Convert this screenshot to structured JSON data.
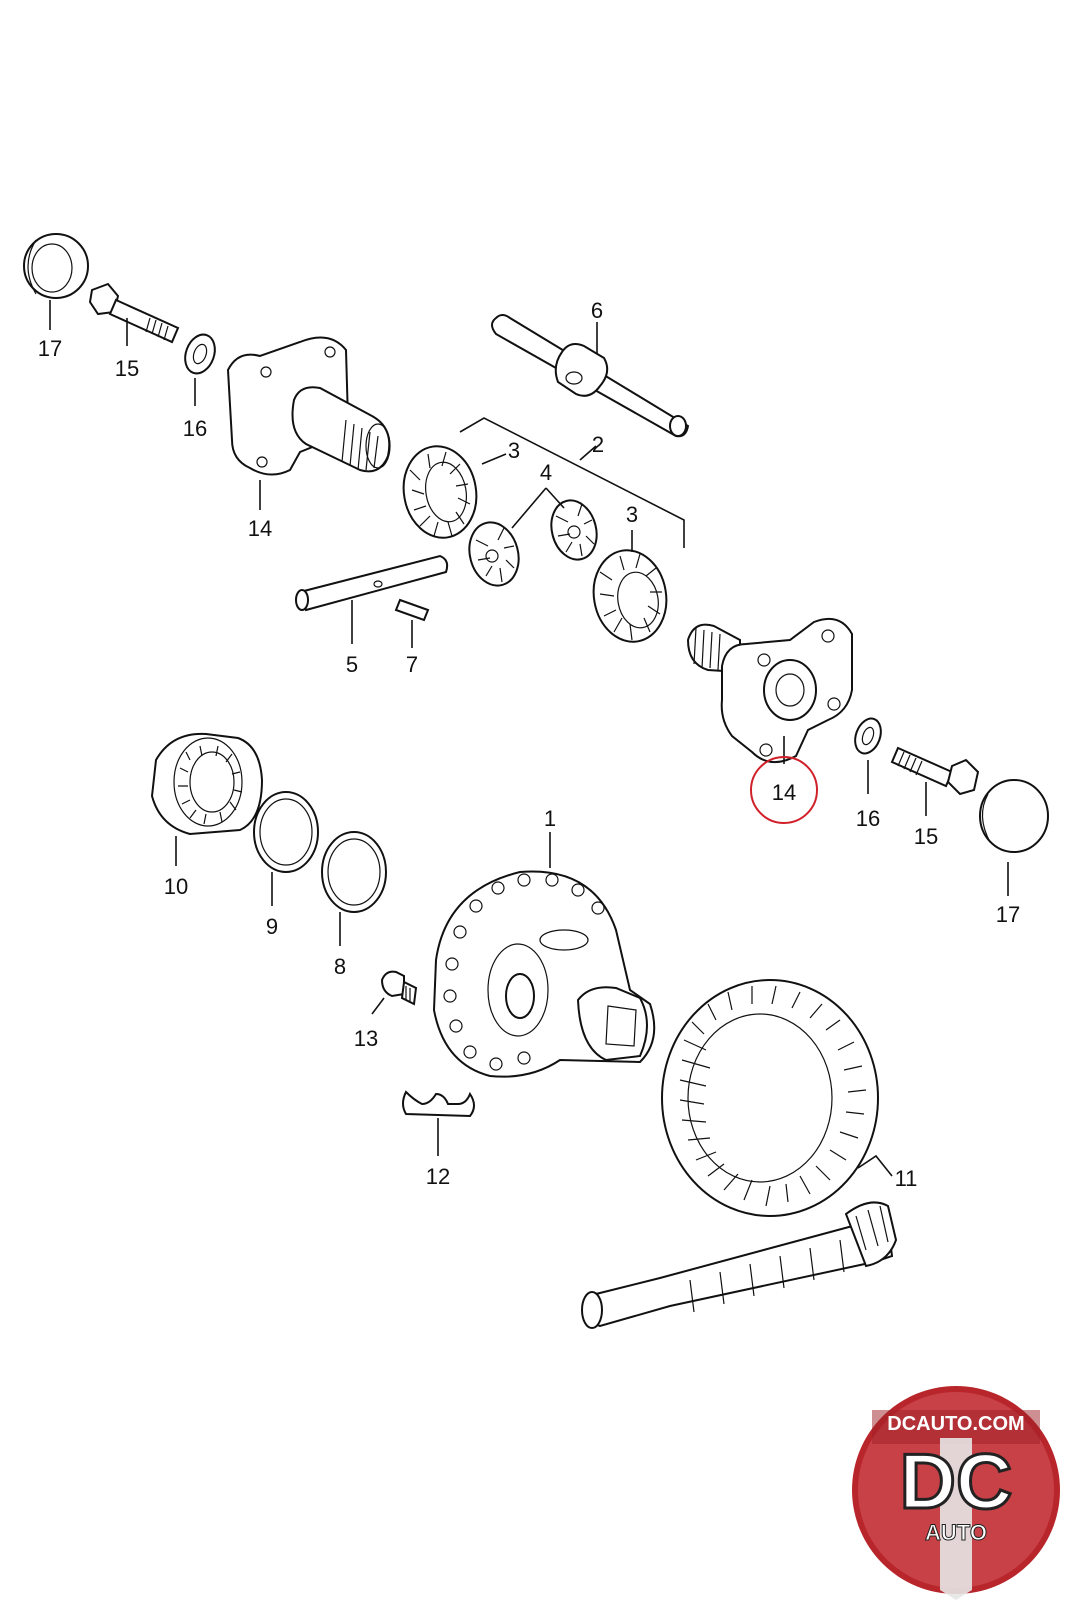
{
  "callouts": {
    "c1": "1",
    "c2": "2",
    "c3a": "3",
    "c3b": "3",
    "c4": "4",
    "c5": "5",
    "c6": "6",
    "c7": "7",
    "c8": "8",
    "c9": "9",
    "c10": "10",
    "c11": "11",
    "c12": "12",
    "c13": "13",
    "c14a": "14",
    "c14b": "14",
    "c15a": "15",
    "c15b": "15",
    "c16a": "16",
    "c16b": "16",
    "c17a": "17",
    "c17b": "17"
  },
  "highlight": {
    "part": "14",
    "color": "#d0202a"
  },
  "logo": {
    "domain": "DCAUTO.COM",
    "mark": "DC",
    "sub": "AUTO",
    "color": "#b8262c"
  }
}
